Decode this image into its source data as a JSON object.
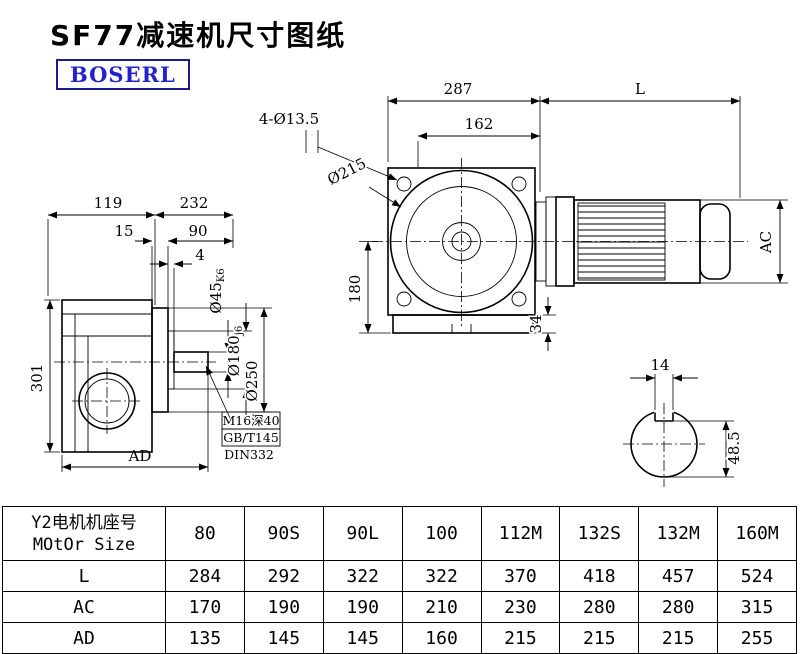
{
  "page": {
    "title": "SF77减速机尺寸图纸",
    "logo": "BOSERL"
  },
  "drawing": {
    "dims": {
      "top_width": "287",
      "motor_length": "L",
      "flange_width": "162",
      "holes": "4-Ø13.5",
      "flange_dia": "Ø215",
      "center_height": "180",
      "foot_height": "34",
      "motor_dia": "AC",
      "left_dim_a": "119",
      "left_dim_b": "232",
      "flange_thk": "15",
      "shaft_len": "90",
      "spigot_len": "4",
      "shaft_dia_main": "Ø45",
      "shaft_dia_tol": "K6",
      "spigot_dia_main": "Ø180",
      "spigot_dia_tol": "j6",
      "flange_od": "Ø250",
      "height": "301",
      "depth_label": "AD",
      "tap_note_line1": "M16深40",
      "tap_note_line2": "GB/T145",
      "tap_note_line3": "DIN332",
      "key_width": "14",
      "key_height": "48.5"
    }
  },
  "table": {
    "header_line1": "Y2电机机座号",
    "header_line2": "MOtOr Size",
    "columns": [
      "80",
      "90S",
      "90L",
      "100",
      "112M",
      "132S",
      "132M",
      "160M"
    ],
    "rows": [
      {
        "label": "L",
        "values": [
          "284",
          "292",
          "322",
          "322",
          "370",
          "418",
          "457",
          "524"
        ]
      },
      {
        "label": "AC",
        "values": [
          "170",
          "190",
          "190",
          "210",
          "230",
          "280",
          "280",
          "315"
        ]
      },
      {
        "label": "AD",
        "values": [
          "135",
          "145",
          "145",
          "160",
          "215",
          "215",
          "215",
          "255"
        ]
      }
    ]
  }
}
